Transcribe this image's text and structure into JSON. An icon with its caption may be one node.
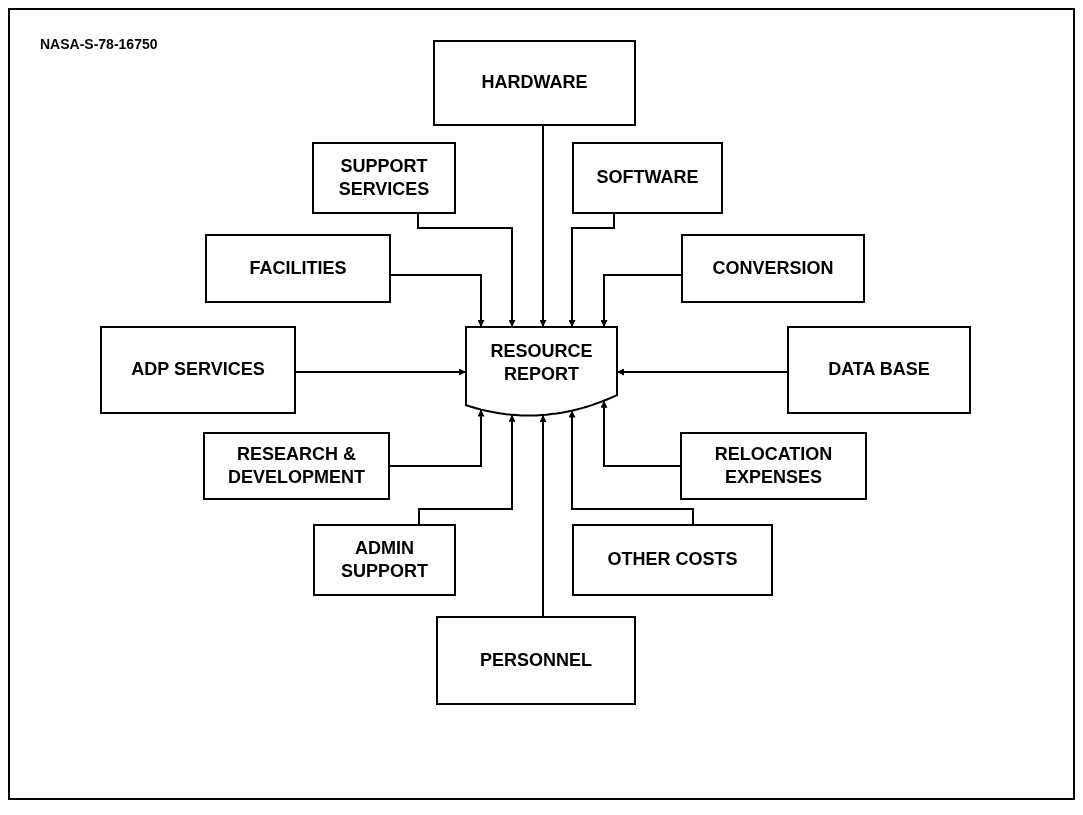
{
  "diagram": {
    "nodes": [
      {
        "text": [
          "HARDWARE"
        ]
      },
      {
        "text": [
          "SUPPORT SERVICES"
        ]
      },
      {
        "text": [
          "SOFTWARE"
        ]
      },
      {
        "text": [
          "FACILITIES"
        ]
      },
      {
        "text": [
          "CONVERSION"
        ]
      },
      {
        "text": [
          "ADP SERVICES"
        ]
      },
      {
        "text": [
          "RESOURCE REPORT"
        ]
      },
      {
        "text": [
          "DATA BASE"
        ]
      },
      {
        "text": [
          "RESEARCH & DEVELOPMENT"
        ]
      },
      {
        "text": [
          "RELOCATION EXPENSES"
        ]
      },
      {
        "text": [
          "ADMIN SUPPORT"
        ]
      },
      {
        "text": [
          "OTHER COSTS"
        ]
      },
      {
        "text": [
          "PERSONNEL"
        ]
      }
    ],
    "edges": [
      {
        "from": 0,
        "to": 6,
        "arrow": "to"
      },
      {
        "from": 1,
        "to": 6,
        "arrow": "to"
      },
      {
        "from": 2,
        "to": 6,
        "arrow": "to"
      },
      {
        "from": 3,
        "to": 6,
        "arrow": "to"
      },
      {
        "from": 4,
        "to": 6,
        "arrow": "to"
      },
      {
        "from": 5,
        "to": 6,
        "arrow": "to"
      },
      {
        "from": 7,
        "to": 6,
        "arrow": "to"
      },
      {
        "from": 8,
        "to": 6,
        "arrow": "to"
      },
      {
        "from": 9,
        "to": 6,
        "arrow": "to"
      },
      {
        "from": 10,
        "to": 6,
        "arrow": "to"
      },
      {
        "from": 11,
        "to": 6,
        "arrow": "to"
      },
      {
        "from": 12,
        "to": 6,
        "arrow": "to"
      }
    ],
    "labels": [
      "NASA-S-78-16750"
    ]
  }
}
